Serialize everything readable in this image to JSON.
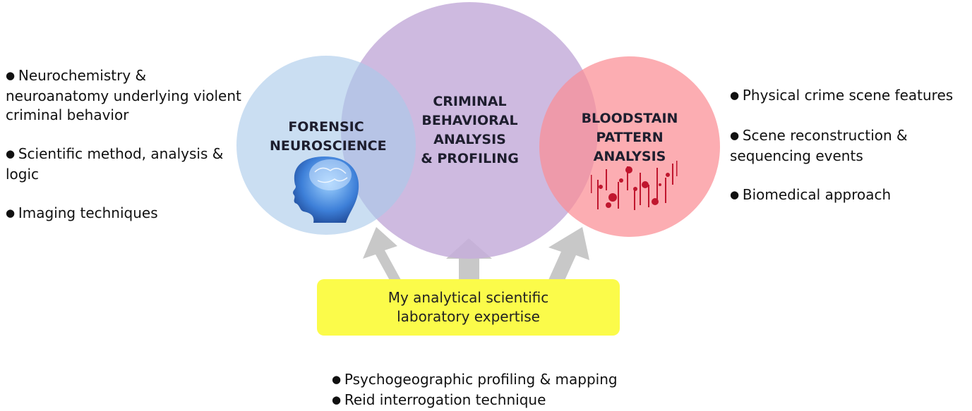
{
  "left_bullets": [
    "Neurochemistry & neuroanatomy underlying violent criminal behavior",
    "Scientific method, analysis & logic",
    "Imaging techniques"
  ],
  "right_bullets": [
    "Physical crime scene features",
    "Scene reconstruction & sequencing events",
    "Biomedical approach"
  ],
  "bottom_bullets": [
    "Psychogeographic profiling & mapping",
    "Reid interrogation technique"
  ],
  "circles": {
    "neuroscience": {
      "label": "FORENSIC\nNEUROSCIENCE",
      "color": "#b8d3ee"
    },
    "criminal": {
      "label": "CRIMINAL BEHAVIORAL\nANALYSIS\n& PROFILING",
      "color": "#c5aedb"
    },
    "bloodstain": {
      "label": "BLOODSTAIN\nPATTERN\nANALYSIS",
      "color": "#f79aa0"
    }
  },
  "expertise_box": {
    "text": "My analytical scientific\nlaboratory expertise",
    "color": "#fbfb4a"
  },
  "icons": [
    "brain-head-icon",
    "blood-splatter-icon",
    "up-arrow-icon"
  ],
  "arrow_color": "#c8c8c8"
}
